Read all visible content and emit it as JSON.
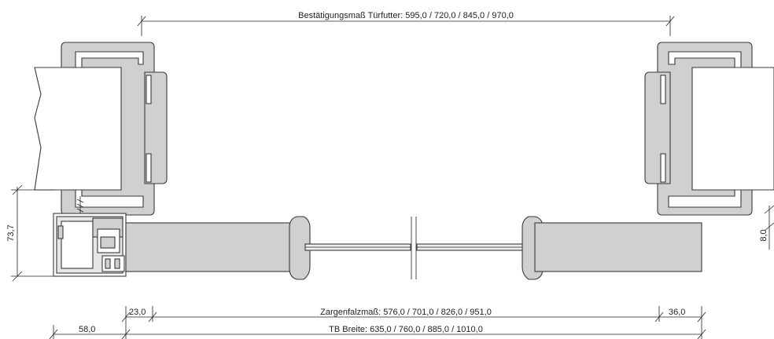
{
  "dimensions": {
    "bestaetigungsmass": "Bestätigungsmaß Türfutter: 595,0 / 720,0 / 845,0 / 970,0",
    "zargenfalzmass": "Zargenfalzmaß: 576,0 / 701,0 / 826,0 / 951,0",
    "tb_breite": "TB Breite: 635,0 / 760,0 / 885,0 / 1010,0",
    "left_offset_23": "23,0",
    "right_offset_36": "36,0",
    "left_offset_58": "58,0",
    "height_737": "73,7",
    "height_80": "8,0"
  },
  "colors": {
    "frame_fill": "#d0d0d0",
    "wall_fill": "#ffffff",
    "profile_fill": "#e6e6e6",
    "glass_fill": "#d8d8d8",
    "line": "#222222"
  }
}
